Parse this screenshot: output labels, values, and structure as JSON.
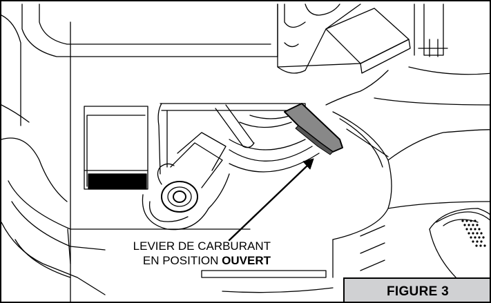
{
  "callout": {
    "line1": "LEVIER DE CARBURANT",
    "line2_prefix": "EN POSITION ",
    "line2_emphasis": "OUVERT"
  },
  "figure_label": "FIGURE 3",
  "colors": {
    "line": "#000000",
    "lever_fill": "#888888",
    "badge_fill": "#d0d1d3",
    "shadow": "#555555"
  }
}
